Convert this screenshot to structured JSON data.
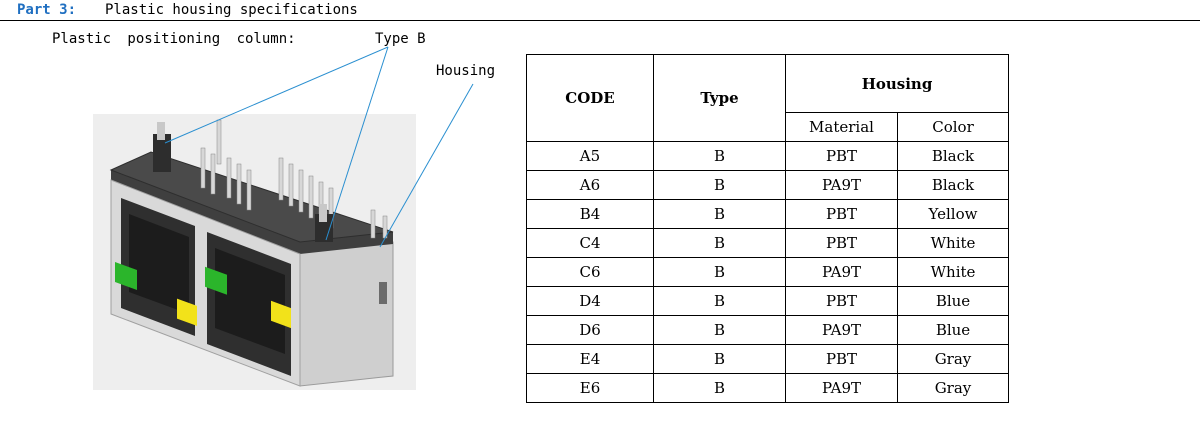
{
  "header": {
    "part_number": "Part 3:",
    "title": "Plastic housing specifications"
  },
  "callouts": {
    "positioning_column": "Plastic  positioning  column:",
    "type_b": "Type B",
    "housing": "Housing"
  },
  "image": {
    "icon": "rj45-dual-port-connector-icon"
  },
  "table": {
    "headers": {
      "code": "CODE",
      "type": "Type",
      "housing": "Housing",
      "material": "Material",
      "color": "Color"
    },
    "rows": [
      {
        "code": "A5",
        "type": "B",
        "material": "PBT",
        "color": "Black"
      },
      {
        "code": "A6",
        "type": "B",
        "material": "PA9T",
        "color": "Black"
      },
      {
        "code": "B4",
        "type": "B",
        "material": "PBT",
        "color": "Yellow"
      },
      {
        "code": "C4",
        "type": "B",
        "material": "PBT",
        "color": "White"
      },
      {
        "code": "C6",
        "type": "B",
        "material": "PA9T",
        "color": "White"
      },
      {
        "code": "D4",
        "type": "B",
        "material": "PBT",
        "color": "Blue"
      },
      {
        "code": "D6",
        "type": "B",
        "material": "PA9T",
        "color": "Blue"
      },
      {
        "code": "E4",
        "type": "B",
        "material": "PBT",
        "color": "Gray"
      },
      {
        "code": "E6",
        "type": "B",
        "material": "PA9T",
        "color": "Gray"
      }
    ]
  },
  "colors": {
    "part_number": "#1f6fc1",
    "leader_line": "#2a8fd0",
    "led_green": "#2bb52b",
    "led_yellow": "#f2e21a"
  }
}
